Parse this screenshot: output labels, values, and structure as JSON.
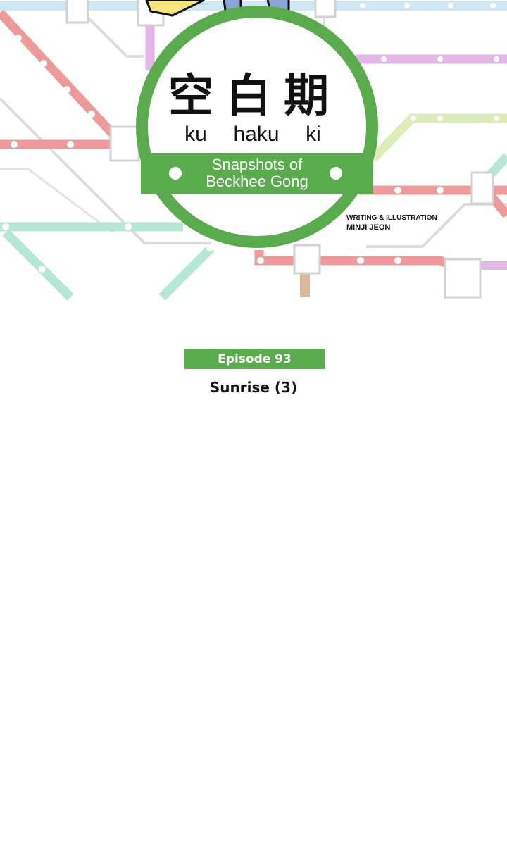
{
  "logo": {
    "kanji": "空白期",
    "romaji": [
      "ku",
      "haku",
      "ki"
    ],
    "subtitle_line1": "Snapshots of",
    "subtitle_line2": "Beckhee Gong"
  },
  "credits": {
    "role": "WRITING & ILLUSTRATION",
    "name": "MINJI JEON"
  },
  "episode": {
    "label": "Episode 93",
    "title": "Sunrise (3)"
  },
  "colors": {
    "brand_green": "#5aab4e",
    "line_pink": "#ef9a9a",
    "line_blue": "#cfe6f5",
    "line_purple": "#e3b6e8",
    "line_mint": "#b6e6d6",
    "line_lime": "#dcedb8",
    "line_tan": "#d9b99b"
  }
}
